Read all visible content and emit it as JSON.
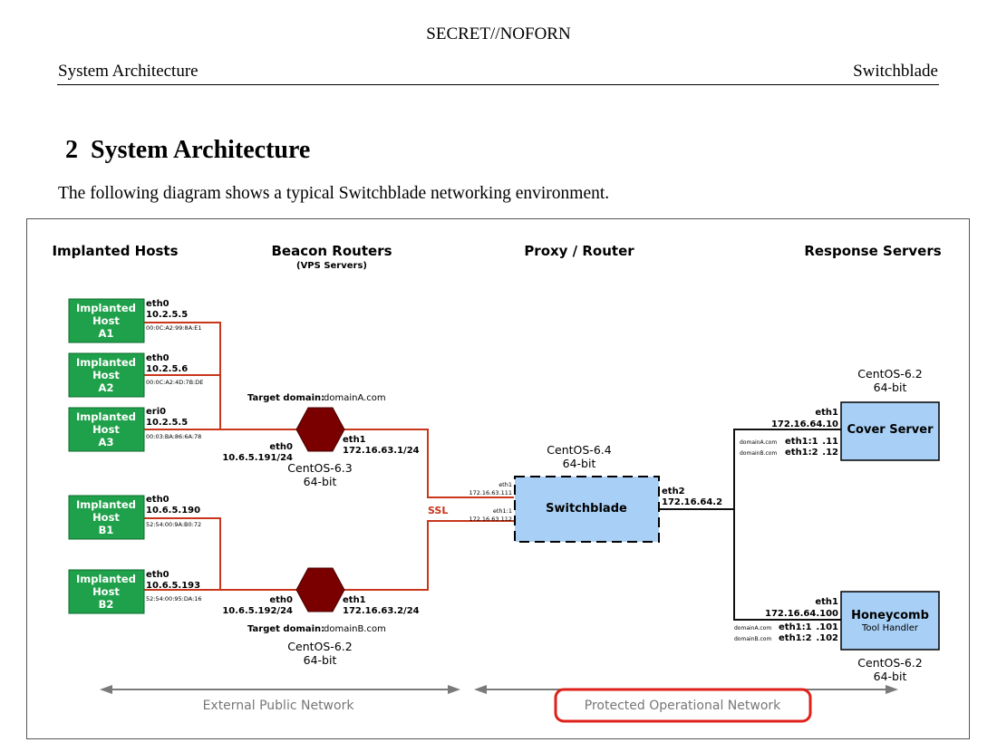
{
  "page": {
    "classification": "SECRET//NOFORN",
    "header_left": "System Architecture",
    "header_right": "Switchblade",
    "section_number": "2",
    "section_title": "System Architecture",
    "intro": "The following diagram shows a typical Switchblade networking environment."
  },
  "colors": {
    "host_green": "#1fa04a",
    "router_red": "#7a0000",
    "link_red": "#c8361b",
    "server_blue": "#a8cff5",
    "highlight_red": "#e0201a",
    "arrow_gray": "#7a7a7a"
  },
  "diagram": {
    "columns": {
      "implanted_hosts": "Implanted Hosts",
      "beacon_routers": "Beacon Routers",
      "beacon_routers_sub": "(VPS Servers)",
      "proxy_router": "Proxy / Router",
      "response_servers": "Response Servers"
    },
    "hosts": [
      {
        "l1": "Implanted",
        "l2": "Host",
        "l3": "A1",
        "iface": "eth0",
        "ip": "10.2.5.5",
        "mac": "00:0C:A2:99:8A:E1"
      },
      {
        "l1": "Implanted",
        "l2": "Host",
        "l3": "A2",
        "iface": "eth0",
        "ip": "10.2.5.6",
        "mac": "00:0C:A2:4D:7B:DE"
      },
      {
        "l1": "Implanted",
        "l2": "Host",
        "l3": "A3",
        "iface": "eri0",
        "ip": "10.2.5.5",
        "mac": "00:03:BA:86:6A:78"
      },
      {
        "l1": "Implanted",
        "l2": "Host",
        "l3": "B1",
        "iface": "eth0",
        "ip": "10.6.5.190",
        "mac": "52:54:00:9A:B0:72"
      },
      {
        "l1": "Implanted",
        "l2": "Host",
        "l3": "B2",
        "iface": "eth0",
        "ip": "10.6.5.193",
        "mac": "52:54:00:95:DA:16"
      }
    ],
    "router_a": {
      "target_label": "Target domain:",
      "target_value": "domainA.com",
      "eth0": "eth0",
      "eth0_ip": "10.6.5.191/24",
      "eth1": "eth1",
      "eth1_ip": "172.16.63.1/24",
      "os": "CentOS-6.3",
      "arch": "64-bit"
    },
    "router_b": {
      "target_label": "Target domain:",
      "target_value": "domainB.com",
      "eth0": "eth0",
      "eth0_ip": "10.6.5.192/24",
      "eth1": "eth1",
      "eth1_ip": "172.16.63.2/24",
      "os": "CentOS-6.2",
      "arch": "64-bit"
    },
    "ssl": "SSL",
    "switchblade": {
      "label": "Switchblade",
      "os": "CentOS-6.4",
      "arch": "64-bit",
      "in1": "eth1",
      "in1_ip": "172.16.63.111",
      "in2": "eth1:1",
      "in2_ip": "172.16.63.112",
      "out": "eth2",
      "out_ip": "172.16.64.2"
    },
    "cover_server": {
      "label": "Cover Server",
      "os": "CentOS-6.2",
      "arch": "64-bit",
      "iface": "eth1",
      "ip": "172.16.64.10",
      "dom1": "domainA.com",
      "alias1": "eth1:1",
      "host1": ".11",
      "dom2": "domainB.com",
      "alias2": "eth1:2",
      "host2": ".12"
    },
    "honeycomb": {
      "label": "Honeycomb",
      "sublabel": "Tool Handler",
      "os": "CentOS-6.2",
      "arch": "64-bit",
      "iface": "eth1",
      "ip": "172.16.64.100",
      "dom1": "domainA.com",
      "alias1": "eth1:1",
      "host1": ".101",
      "dom2": "domainB.com",
      "alias2": "eth1:2",
      "host2": ".102"
    },
    "networks": {
      "external": "External Public Network",
      "protected": "Protected Operational Network"
    }
  }
}
